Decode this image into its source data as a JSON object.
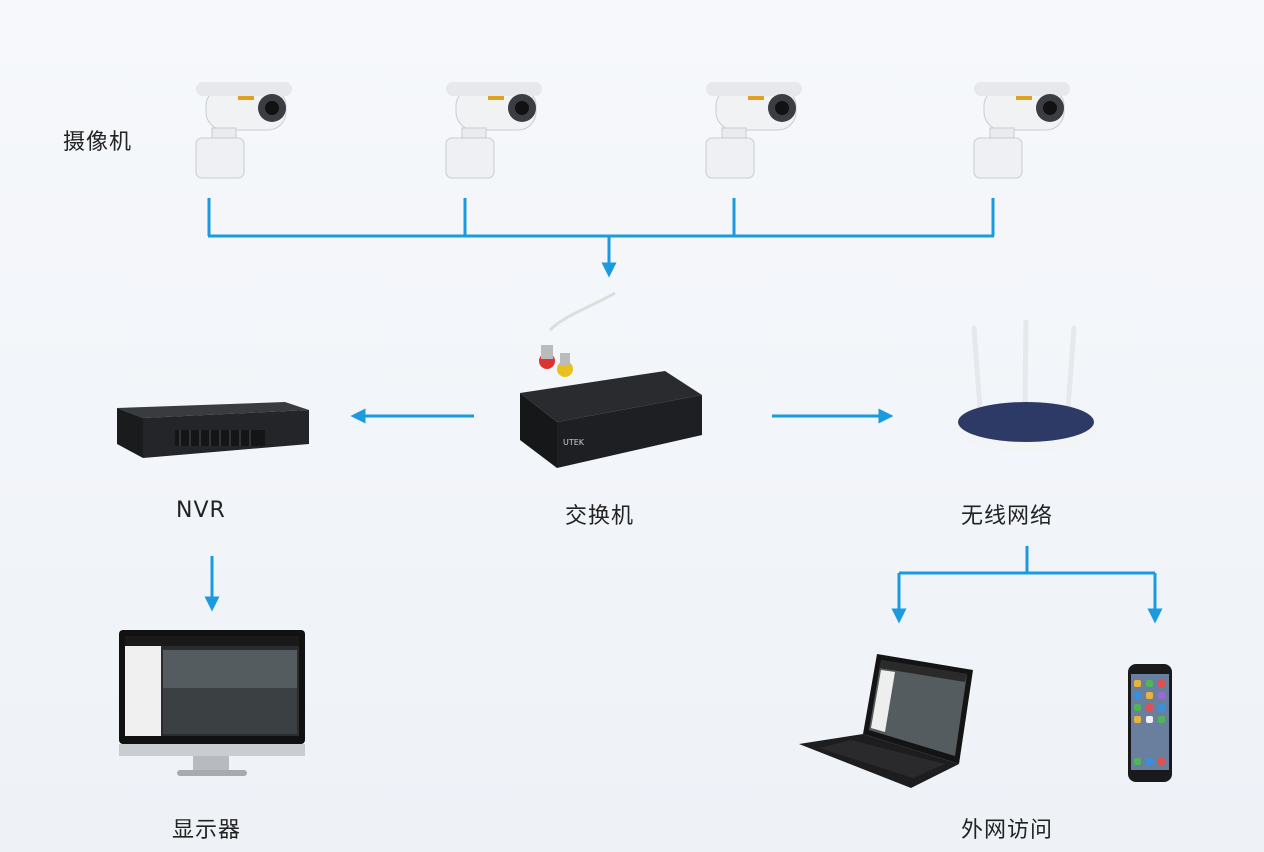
{
  "labels": {
    "cameras": "摄像机",
    "nvr": "NVR",
    "switch": "交换机",
    "wireless": "无线网络",
    "display": "显示器",
    "external_access": "外网访问"
  },
  "colors": {
    "line": "#1a9be0",
    "camera_body": "#f1f2f4",
    "device_dark": "#1c1d1f",
    "router": "#2d3a66"
  },
  "icons": [
    "camera-icon",
    "switch-icon",
    "nvr-icon",
    "router-icon",
    "monitor-icon",
    "laptop-icon",
    "phone-icon"
  ]
}
